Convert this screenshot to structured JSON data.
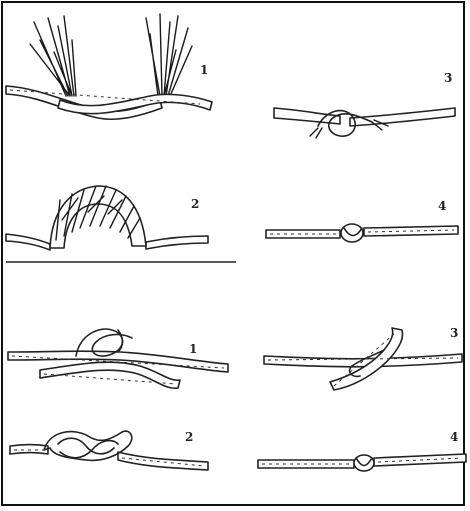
{
  "figure": {
    "top_section": {
      "steps": [
        {
          "number": "1"
        },
        {
          "number": "2"
        },
        {
          "number": "3"
        },
        {
          "number": "4"
        }
      ]
    },
    "bottom_section": {
      "steps": [
        {
          "number": "1"
        },
        {
          "number": "2"
        },
        {
          "number": "3"
        },
        {
          "number": "4"
        }
      ]
    }
  },
  "colors": {
    "ink": "#222222",
    "background": "#ffffff"
  }
}
